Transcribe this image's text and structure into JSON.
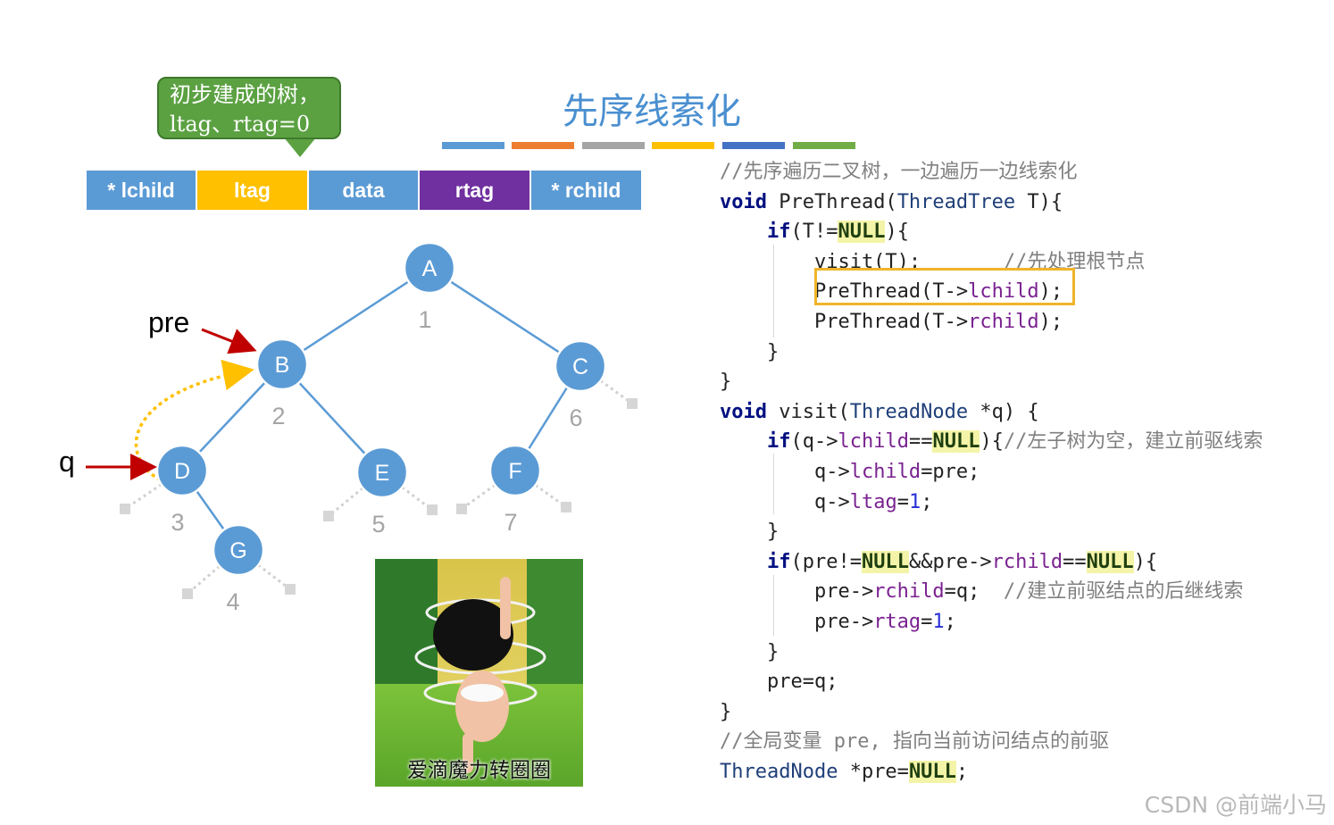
{
  "title": "先序线索化",
  "stripe_colors": [
    "#5a9ad5",
    "#ed7d31",
    "#a5a5a5",
    "#ffc000",
    "#4472c4",
    "#70ad47"
  ],
  "callout": {
    "line1": "初步建成的树，",
    "line2": "ltag、rtag=0"
  },
  "node_fields": [
    {
      "label": "* lchild",
      "color": "#5b9bd5"
    },
    {
      "label": "ltag",
      "color": "#ffc000"
    },
    {
      "label": "data",
      "color": "#5b9bd5"
    },
    {
      "label": "rtag",
      "color": "#7030a0"
    },
    {
      "label": "* rchild",
      "color": "#5b9bd5"
    }
  ],
  "tree": {
    "nodes": [
      {
        "id": "A",
        "order": "1"
      },
      {
        "id": "B",
        "order": "2"
      },
      {
        "id": "C",
        "order": "6"
      },
      {
        "id": "D",
        "order": "3"
      },
      {
        "id": "E",
        "order": "5"
      },
      {
        "id": "F",
        "order": "7"
      },
      {
        "id": "G",
        "order": "4"
      }
    ],
    "pointer_labels": {
      "pre": "pre",
      "q": "q"
    },
    "node_color": "#5b9bd5",
    "edge_color": "#5b9bd5",
    "pointer_color": "#c00000",
    "thread_color": "#ffc000"
  },
  "code": {
    "lines": [
      "//先序遍历二叉树，一边遍历一边线索化",
      "void PreThread(ThreadTree T){",
      "    if(T!=NULL){",
      "        visit(T);       //先处理根节点",
      "        PreThread(T->lchild);",
      "        PreThread(T->rchild);",
      "    }",
      "}",
      "void visit(ThreadNode *q) {",
      "    if(q->lchild==NULL){//左子树为空，建立前驱线索",
      "        q->lchild=pre;",
      "        q->ltag=1;",
      "    }",
      "    if(pre!=NULL&&pre->rchild==NULL){",
      "        pre->rchild=q;  //建立前驱结点的后继线索",
      "        pre->rtag=1;",
      "    }",
      "    pre=q;",
      "}",
      "//全局变量 pre, 指向当前访问结点的前驱",
      "ThreadNode *pre=NULL;"
    ],
    "highlight_color": "#f0b429"
  },
  "gif_caption": "爱滴魔力转圈圈",
  "watermark": "CSDN @前端小马"
}
